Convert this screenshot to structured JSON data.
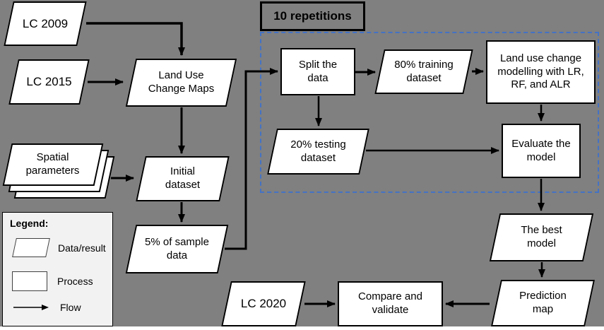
{
  "repetition_box": {
    "label": "10 repetitions"
  },
  "nodes": {
    "lc_2009": {
      "label": "LC 2009",
      "shape": "data"
    },
    "lc_2015": {
      "label": "LC 2015",
      "shape": "data"
    },
    "land_use_change_maps": {
      "label": "Land Use\nChange Maps",
      "shape": "data"
    },
    "spatial_parameters": {
      "label": "Spatial\nparameters",
      "shape": "data-stack"
    },
    "initial_dataset": {
      "label": "Initial\ndataset",
      "shape": "data"
    },
    "sample_data": {
      "label": "5% of sample\ndata",
      "shape": "data"
    },
    "split_the_data": {
      "label": "Split the\ndata",
      "shape": "process"
    },
    "training_dataset": {
      "label": "80% training\ndataset",
      "shape": "data"
    },
    "modelling": {
      "label": "Land use change\nmodelling with LR,\nRF, and ALR",
      "shape": "process"
    },
    "testing_dataset": {
      "label": "20% testing\ndataset",
      "shape": "data"
    },
    "evaluate_model": {
      "label": "Evaluate the\nmodel",
      "shape": "process"
    },
    "best_model": {
      "label": "The best\nmodel",
      "shape": "data"
    },
    "prediction_map": {
      "label": "Prediction\nmap",
      "shape": "data"
    },
    "lc_2020": {
      "label": "LC 2020",
      "shape": "data"
    },
    "compare_validate": {
      "label": "Compare and\nvalidate",
      "shape": "process"
    }
  },
  "edges": [
    {
      "from": "lc_2009",
      "to": "land_use_change_maps"
    },
    {
      "from": "lc_2015",
      "to": "land_use_change_maps"
    },
    {
      "from": "land_use_change_maps",
      "to": "initial_dataset"
    },
    {
      "from": "spatial_parameters",
      "to": "initial_dataset"
    },
    {
      "from": "initial_dataset",
      "to": "sample_data"
    },
    {
      "from": "sample_data",
      "to": "split_the_data"
    },
    {
      "from": "split_the_data",
      "to": "training_dataset"
    },
    {
      "from": "training_dataset",
      "to": "modelling"
    },
    {
      "from": "split_the_data",
      "to": "testing_dataset"
    },
    {
      "from": "modelling",
      "to": "evaluate_model"
    },
    {
      "from": "testing_dataset",
      "to": "evaluate_model"
    },
    {
      "from": "evaluate_model",
      "to": "best_model"
    },
    {
      "from": "best_model",
      "to": "prediction_map"
    },
    {
      "from": "prediction_map",
      "to": "compare_validate"
    },
    {
      "from": "lc_2020",
      "to": "compare_validate"
    }
  ],
  "legend": {
    "title": "Legend:",
    "items": [
      {
        "shape": "parallelogram",
        "label": "Data/result"
      },
      {
        "shape": "rectangle",
        "label": "Process"
      },
      {
        "shape": "arrow",
        "label": "Flow"
      }
    ]
  },
  "colors": {
    "background": "#808080",
    "shape_fill": "#ffffff",
    "shape_border": "#000000",
    "dashed_box_border": "#4472c4",
    "legend_background": "#f2f2f2",
    "bottom_strip": "#ffffff"
  }
}
